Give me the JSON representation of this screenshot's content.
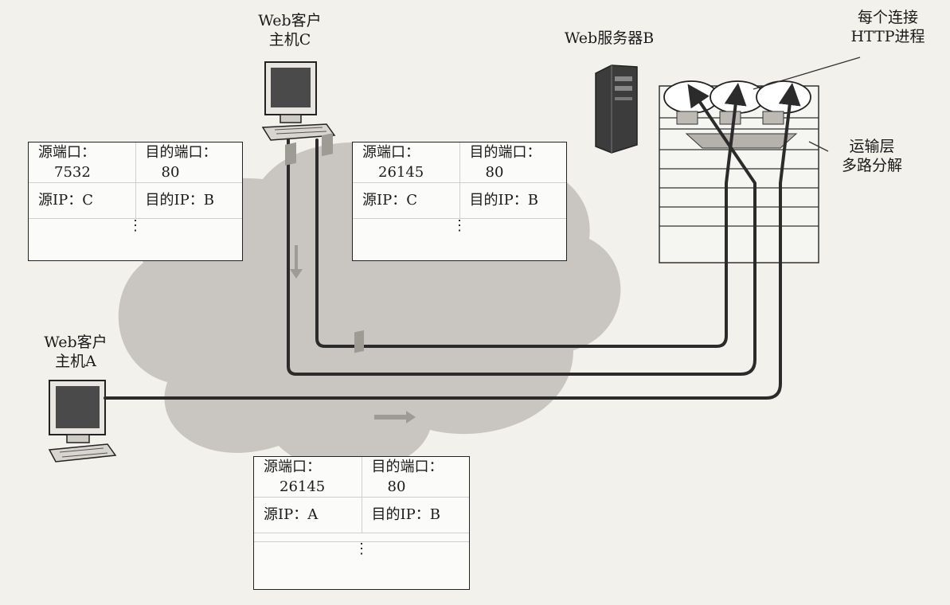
{
  "host_c": {
    "line1": "Web客户",
    "line2": "主机C"
  },
  "host_a": {
    "line1": "Web客户",
    "line2": "主机A"
  },
  "server_b": {
    "label": "Web服务器B"
  },
  "http_process": {
    "line1": "每个连接",
    "line2": "HTTP进程"
  },
  "transport": {
    "line1": "运输层",
    "line2": "多路分解"
  },
  "segments": {
    "c_left": {
      "src_port_label": "源端口：",
      "src_port": "7532",
      "dst_port_label": "目的端口：",
      "dst_port": "80",
      "src_ip_label": "源IP：C",
      "dst_ip_label": "目的IP：B",
      "ellipsis": "⋮"
    },
    "c_right": {
      "src_port_label": "源端口：",
      "src_port": "26145",
      "dst_port_label": "目的端口：",
      "dst_port": "80",
      "src_ip_label": "源IP：C",
      "dst_ip_label": "目的IP：B",
      "ellipsis": "⋮"
    },
    "a_bottom": {
      "src_port_label": "源端口：",
      "src_port": "26145",
      "dst_port_label": "目的端口：",
      "dst_port": "80",
      "src_ip_label": "源IP：A",
      "dst_ip_label": "目的IP：B",
      "ellipsis": "⋮"
    }
  }
}
